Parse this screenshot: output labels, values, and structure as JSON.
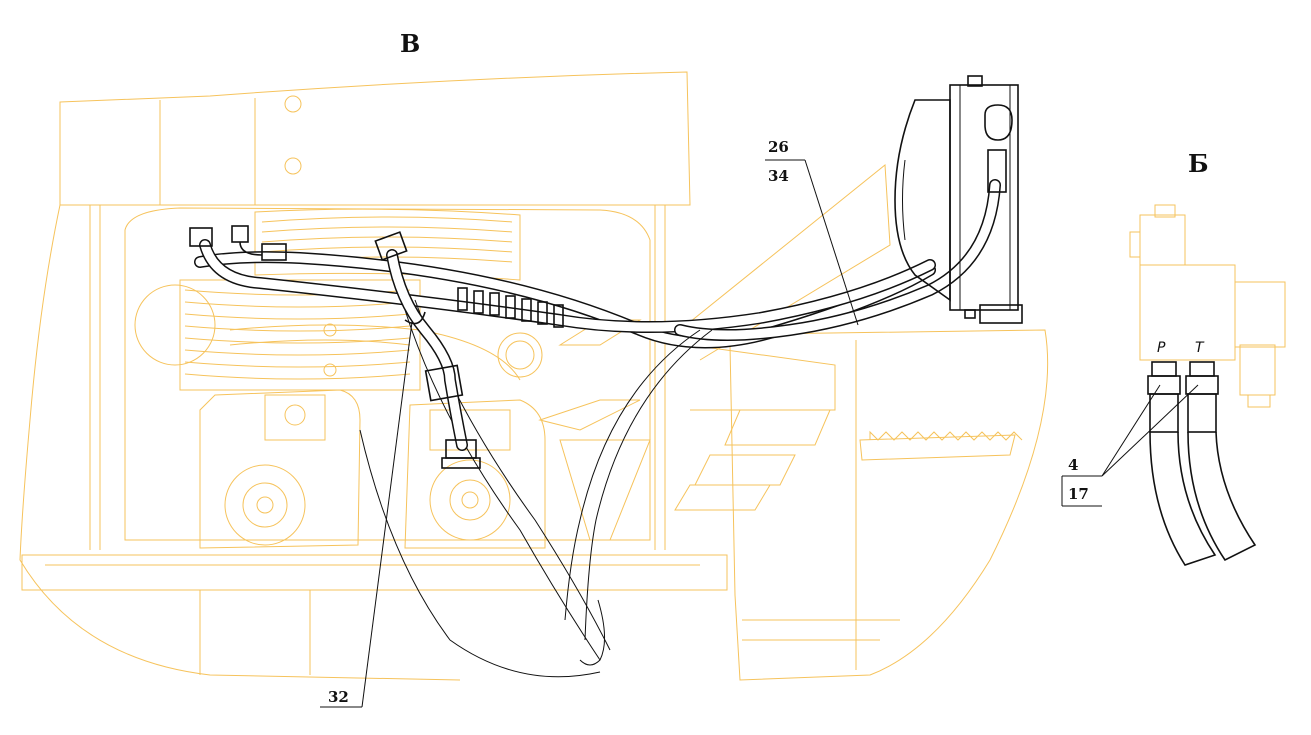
{
  "view_labels": {
    "main_view": "B",
    "detail_view": "Б"
  },
  "callouts": {
    "hose_upper": "26",
    "hose_lower": "34",
    "pump_hose": "32",
    "fitting_upper": "4",
    "fitting_lower": "17"
  },
  "port_labels": {
    "pressure": "P",
    "tank": "T"
  },
  "colors": {
    "background_lines": "#f6c35c",
    "highlight_lines": "#111111"
  }
}
